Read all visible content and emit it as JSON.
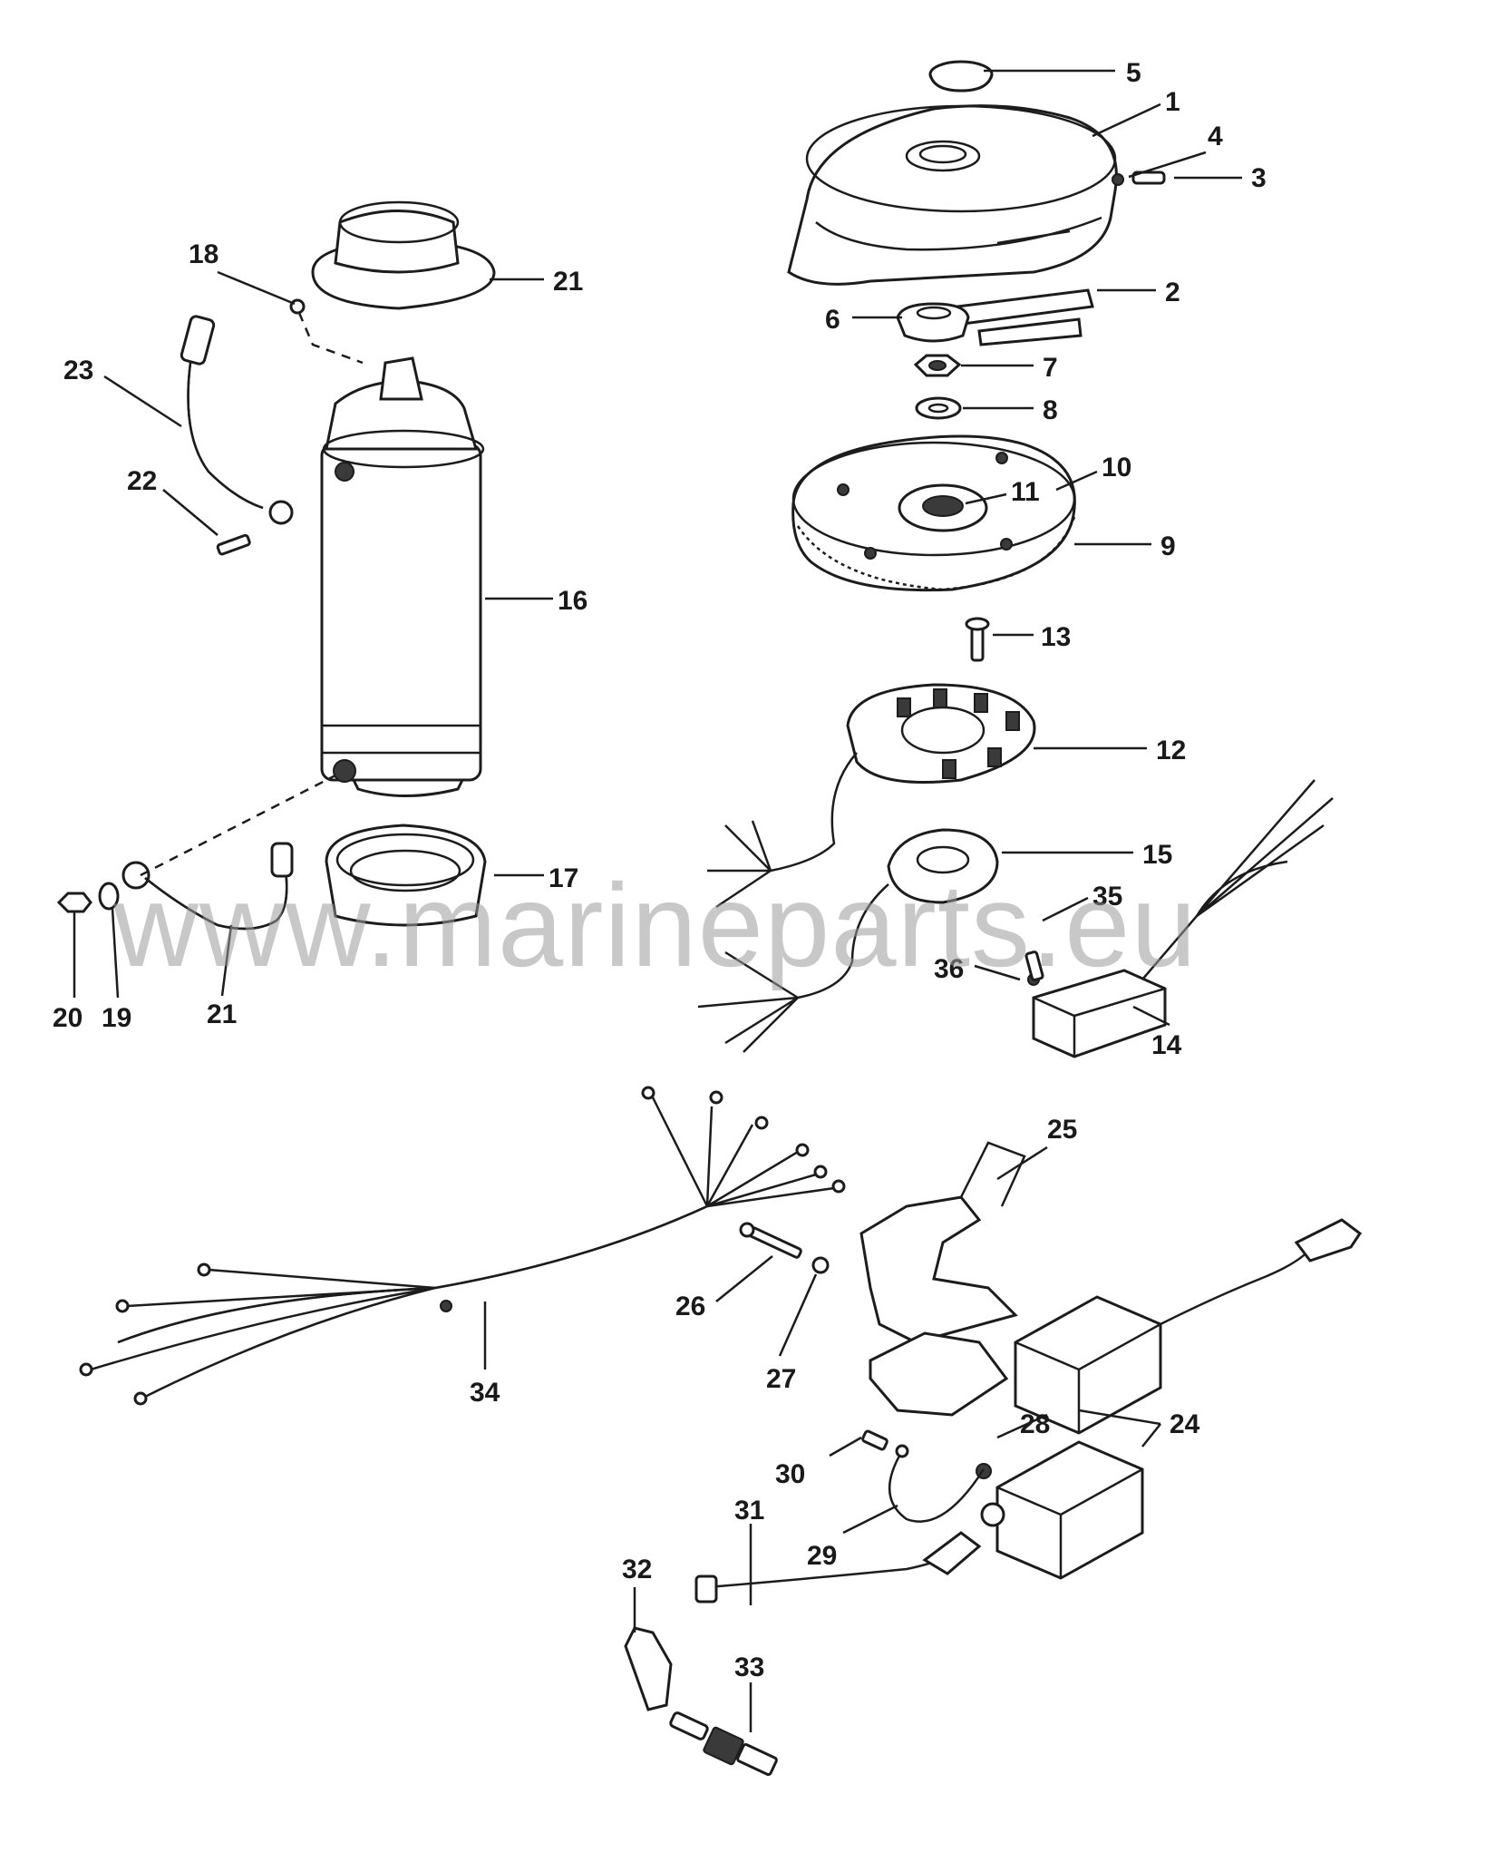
{
  "watermark": "www.marineparts.eu",
  "callouts": {
    "c1": "1",
    "c2": "2",
    "c3": "3",
    "c4": "4",
    "c5": "5",
    "c6": "6",
    "c7": "7",
    "c8": "8",
    "c9": "9",
    "c10": "10",
    "c11": "11",
    "c12": "12",
    "c13": "13",
    "c14": "14",
    "c15": "15",
    "c16": "16",
    "c17": "17",
    "c18": "18",
    "c19": "19",
    "c20": "20",
    "c21a": "21",
    "c21b": "21",
    "c22": "22",
    "c23": "23",
    "c24": "24",
    "c25": "25",
    "c26": "26",
    "c27": "27",
    "c28": "28",
    "c29": "29",
    "c30": "30",
    "c31": "31",
    "c32": "32",
    "c33": "33",
    "c34": "34",
    "c35": "35",
    "c36": "36"
  }
}
